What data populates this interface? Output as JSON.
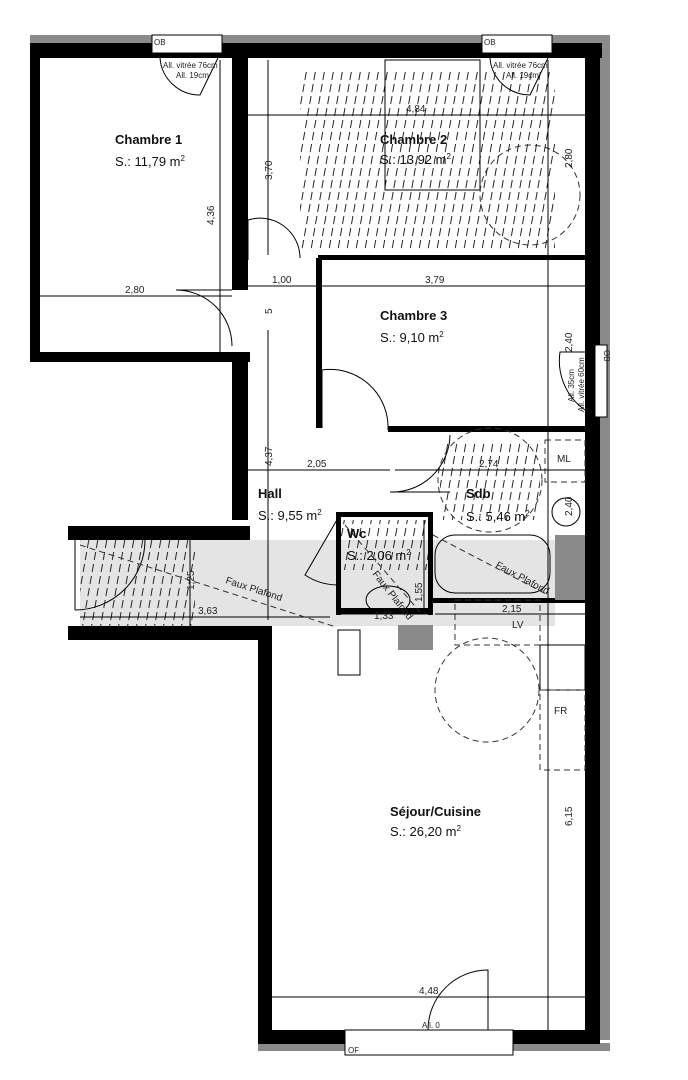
{
  "rooms": [
    {
      "name": "Chambre 1",
      "area": "S.: 11,79 m",
      "sup": "2"
    },
    {
      "name": "Chambre 2",
      "area": "S.: 13,92 m",
      "sup": "2"
    },
    {
      "name": "Chambre 3",
      "area": "S.: 9,10 m",
      "sup": "2"
    },
    {
      "name": "Hall",
      "area": "S.: 9,55 m",
      "sup": "2"
    },
    {
      "name": "Wc",
      "area": "S.: 2,06 m",
      "sup": "2"
    },
    {
      "name": "Sdb",
      "area": "S.: 5,46 m",
      "sup": "2"
    },
    {
      "name": "Séjour/Cuisine",
      "area": "S.: 26,20 m",
      "sup": "2"
    }
  ],
  "dimensions": [
    "4,84",
    "3,70",
    "2,80",
    "4,36",
    "2,80",
    "1,00",
    "3,79",
    "5",
    "2,40",
    "4,37",
    "2,05",
    "2,74",
    "2,40",
    "1,25",
    "3,63",
    "1,33",
    "1,55",
    "2,15",
    "6,15",
    "4,48"
  ],
  "labels": {
    "ob1": "OB",
    "ob2": "OB",
    "ob3": "OB",
    "of": "OF",
    "win1a": "All. vitrée 76cm",
    "win1b": "All. 19cm",
    "win2a": "All. vitrée 76cm",
    "win2b": "All. 19cm",
    "win3a": "All. 35cm",
    "win3b": "All. vitrée 60cm",
    "door_all": "All. 0",
    "ml": "ML",
    "lv": "LV",
    "fr": "FR",
    "faux1": "Faux Plafond",
    "faux2": "Faux Plafond",
    "faux3": "Faux Plafond"
  }
}
